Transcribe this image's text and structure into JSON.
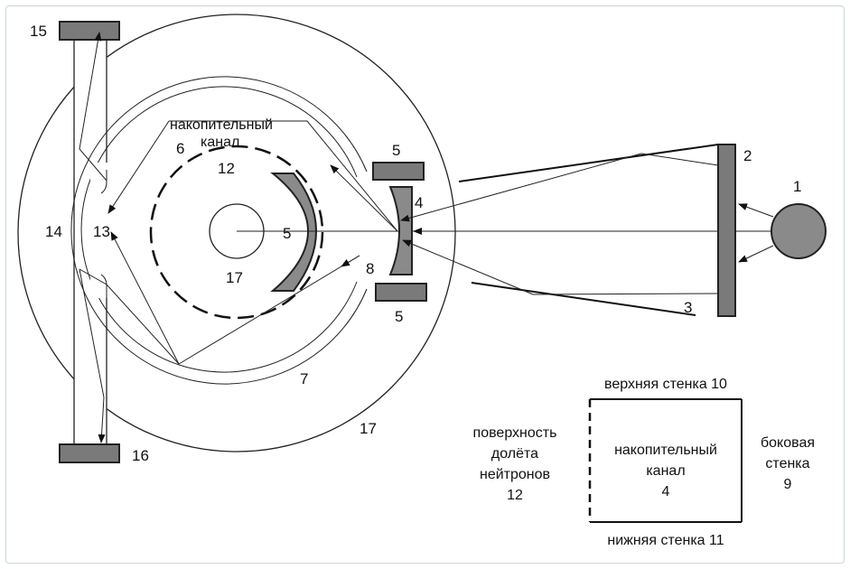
{
  "labels": {
    "n1": "1",
    "n2": "2",
    "n3": "3",
    "n4": "4",
    "n5_top": "5",
    "n5_bottom": "5",
    "n5_center": "5",
    "n6": "6",
    "n7": "7",
    "n8": "8",
    "n12": "12",
    "n13": "13",
    "n14": "14",
    "n15": "15",
    "n16": "16",
    "n17_center": "17",
    "n17_outer": "17",
    "channel_line1": "накопительный",
    "channel_line2": "канал"
  },
  "inset": {
    "top_wall": "верхняя стенка 10",
    "bottom_wall": "нижняя стенка 11",
    "side_wall_line1": "боковая",
    "side_wall_line2": "стенка",
    "side_wall_line3": "9",
    "surface_line1": "поверхность",
    "surface_line2": "долёта",
    "surface_line3": "нейтронов",
    "surface_line4": "12",
    "channel_line1": "накопительный",
    "channel_line2": "канал",
    "channel_line3": "4"
  },
  "colors": {
    "component_fill": "#8a8a8a",
    "block_fill": "#7a7a7a",
    "line": "#111111",
    "frame_border": "#c9d7dc"
  }
}
